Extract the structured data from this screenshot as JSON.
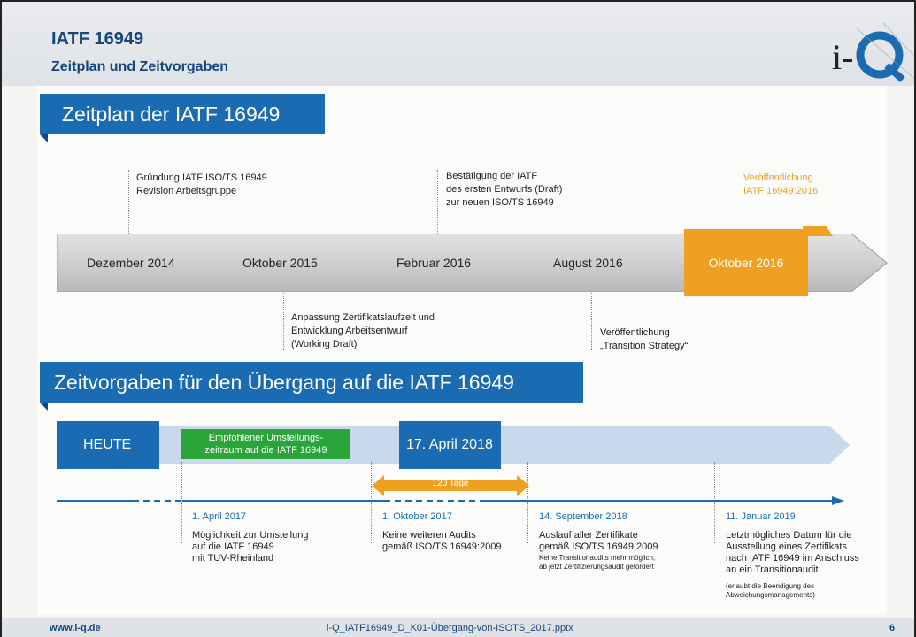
{
  "header": {
    "title": "IATF 16949",
    "subtitle": "Zeitplan und Zeitvorgaben",
    "logo_text": "i-"
  },
  "section1": {
    "title": "Zeitplan der IATF 16949",
    "above_notes": [
      "Gründung IATF ISO/TS 16949\nRevision Arbeitsgruppe",
      "Bestätigung der IATF\ndes ersten Entwurfs (Draft)\nzur neuen ISO/TS 16949",
      "Veröffentlichung\nIATF 16949:2016"
    ],
    "timeline_dates": [
      "Dezember 2014",
      "Oktober 2015",
      "Februar 2016",
      "August 2016",
      "Oktober 2016"
    ],
    "below_notes": [
      "Anpassung Zertifikatslaufzeit und\nEntwicklung Arbeitsentwurf\n(Working Draft)",
      "Veröffentlichung\n„Transition Strategy“"
    ]
  },
  "section2": {
    "title": "Zeitvorgaben für den Übergang auf die IATF 16949",
    "heute": "HEUTE",
    "recommended": "Empfohlener Umstellungs-\nzeitraum auf die IATF 16949",
    "deadline": "17. April 2018",
    "days": "120 Tage",
    "milestones": [
      {
        "date": "1. April 2017",
        "text": "Möglichkeit zur Umstellung\nauf die IATF 16949\nmit TUV-Rheinland"
      },
      {
        "date": "1. Oktober 2017",
        "text": "Keine weiteren Audits\ngemäß ISO/TS 16949:2009"
      },
      {
        "date": "14. September 2018",
        "text": "Auslauf aller Zertifikate\ngemäß ISO/TS 16949:2009",
        "note": "Keine Transitionaudits mehr möglich,\nab jetzt Zertifizierungsaudit gefordert"
      },
      {
        "date": "11. Januar 2019",
        "text": "Letztmögliches Datum für die\nAusstellung eines Zertifikats\nnach IATF 16949 im Anschluss\nan ein Transitionaudit",
        "note": "(erlaubt die Beendigung des\nAbweichungsmanagements)"
      }
    ]
  },
  "footer": {
    "website": "www.i-q.de",
    "filename": "i-Q_IATF16949_D_K01-Übergang-von-ISOTS_2017.pptx",
    "page": "6"
  },
  "colors": {
    "blue": "#1b6bb2",
    "orange": "#f0a020",
    "green": "#2aa53a",
    "navy": "#14467e"
  }
}
